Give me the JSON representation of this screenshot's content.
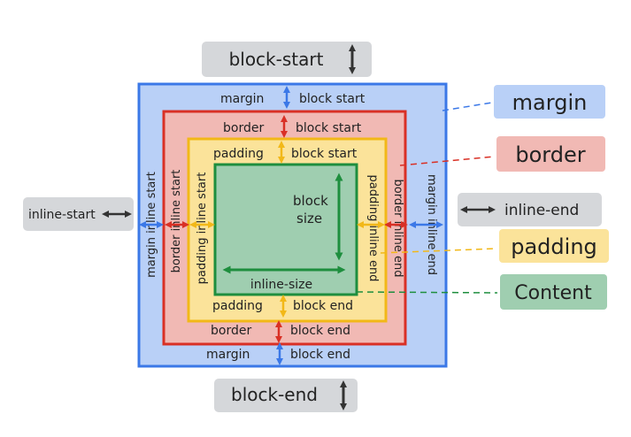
{
  "outside": {
    "block_start": "block-start",
    "block_end": "block-end",
    "inline_start": "inline-start",
    "inline_end": "inline-end"
  },
  "legend": {
    "margin": "margin",
    "border": "border",
    "padding": "padding",
    "content": "Content"
  },
  "margin_box": {
    "block_start": "margin",
    "block_start_suffix": "block start",
    "block_end": "margin",
    "block_end_suffix": "block end",
    "inline_start": "margin inline start",
    "inline_end": "margin inline end"
  },
  "border_box": {
    "block_start": "border",
    "block_start_suffix": "block start",
    "block_end": "border",
    "block_end_suffix": "block end",
    "inline_start": "border inline start",
    "inline_end": "border inline end"
  },
  "padding_box": {
    "block_start": "padding",
    "block_start_suffix": "block start",
    "block_end": "padding",
    "block_end_suffix": "block end",
    "inline_start": "padding inline start",
    "inline_end": "padding inline end"
  },
  "content_box": {
    "block_size": "block size",
    "inline_size": "inline-size"
  },
  "colors": {
    "margin": "#b9d0f7",
    "margin_stroke": "#3b78e7",
    "border": "#f1b9b4",
    "border_stroke": "#d93025",
    "padding": "#fbe39a",
    "padding_stroke": "#f2b818",
    "content": "#9fceb0",
    "content_stroke": "#1e8e3e",
    "label_grey": "#d5d7da",
    "dark_arrow": "#333333"
  }
}
